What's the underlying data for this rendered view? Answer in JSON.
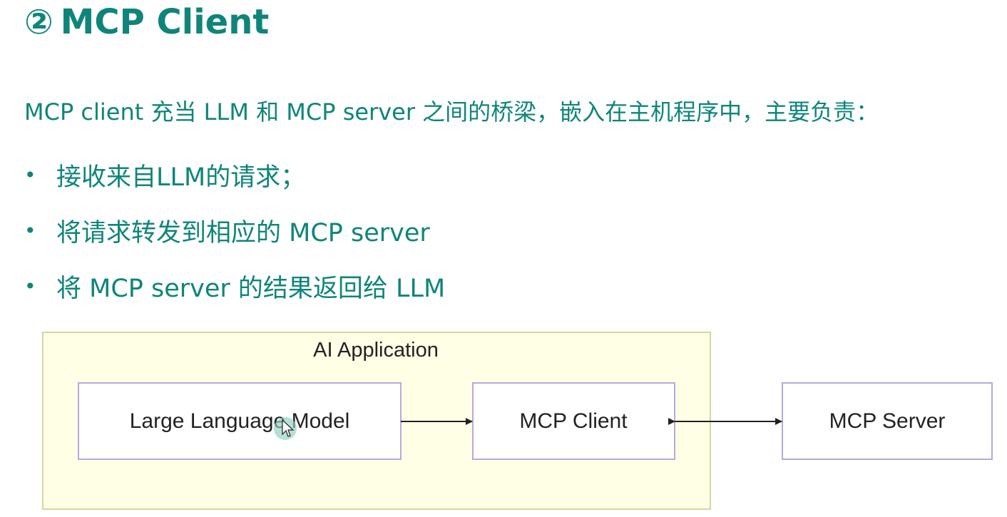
{
  "heading": {
    "number": "②",
    "title": "MCP Client"
  },
  "intro": "MCP client 充当 LLM 和 MCP server 之间的桥梁，嵌入在主机程序中，主要负责：",
  "bullets": [
    "接收来自LLM的请求；",
    "将请求转发到相应的 MCP server",
    "将 MCP server 的结果返回给 LLM"
  ],
  "diagram": {
    "container_label": "AI Application",
    "nodes": {
      "llm": "Large Language Model",
      "client": "MCP Client",
      "server": "MCP Server"
    },
    "edges": [
      {
        "from": "llm",
        "to": "client",
        "direction": "one-way"
      },
      {
        "from": "client",
        "to": "server",
        "direction": "two-way"
      }
    ]
  },
  "colors": {
    "heading_text": "#0f857a",
    "container_fill": "#ffffe6",
    "container_border": "#d8d69a",
    "box_border": "#b7a9dc",
    "arrow": "#222222"
  }
}
